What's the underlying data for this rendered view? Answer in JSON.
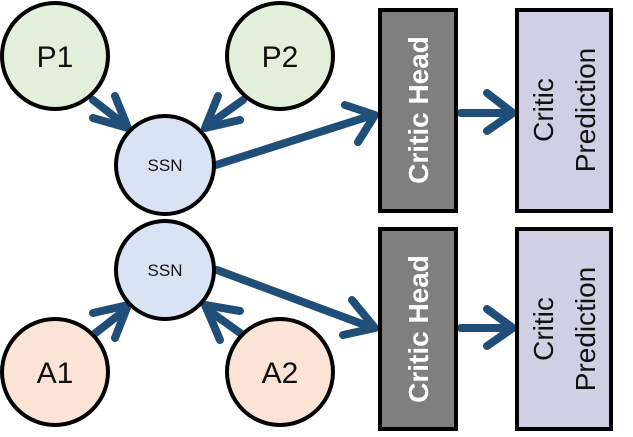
{
  "colors": {
    "arrow": "#1f4e79",
    "p_node": "#e2efda",
    "a_node": "#fbe4d5",
    "ssn_node": "#dae3f3",
    "critic_head": "#7f7f7f",
    "critic_prediction": "#d0cfe4"
  },
  "top": {
    "inputs": [
      {
        "label": "P1"
      },
      {
        "label": "P2"
      }
    ],
    "ssn": {
      "label": "SSN"
    },
    "critic_head": {
      "label": "Critic Head"
    },
    "critic_prediction": {
      "line1": "Critic",
      "line2": "Prediction"
    }
  },
  "bottom": {
    "inputs": [
      {
        "label": "A1"
      },
      {
        "label": "A2"
      }
    ],
    "ssn": {
      "label": "SSN"
    },
    "critic_head": {
      "label": "Critic Head"
    },
    "critic_prediction": {
      "line1": "Critic",
      "line2": "Prediction"
    }
  }
}
